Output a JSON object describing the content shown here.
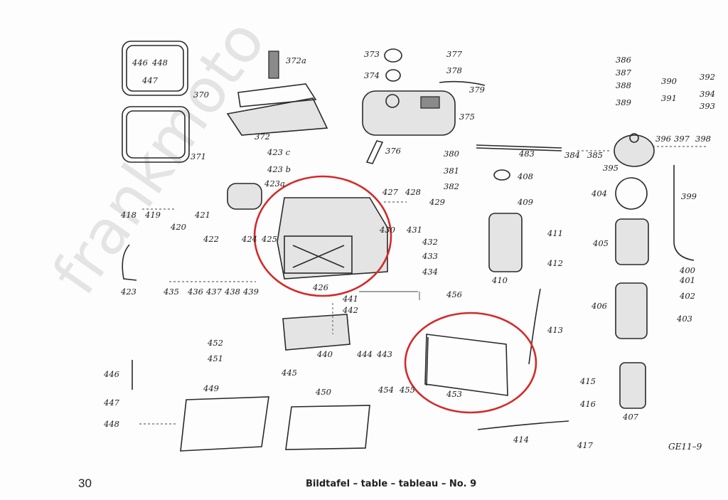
{
  "page": {
    "page_number": "30",
    "caption": "Bildtafel – table – tableau – No. 9",
    "plate_code": "GE11–9",
    "watermark": "frankmoto"
  },
  "highlight_color": "#d42a2a",
  "part_labels": [
    "446",
    "448",
    "447",
    "370",
    "371",
    "372a",
    "372",
    "373",
    "374",
    "377",
    "378",
    "379",
    "375",
    "376",
    "386",
    "387",
    "388",
    "389",
    "390",
    "391",
    "392",
    "394",
    "393",
    "423 c",
    "423 b",
    "423a",
    "380",
    "381",
    "382",
    "483",
    "384",
    "385",
    "396",
    "397",
    "398",
    "395",
    "408",
    "409",
    "427",
    "428",
    "429",
    "430",
    "431",
    "418",
    "419",
    "420",
    "421",
    "422",
    "424",
    "425",
    "404",
    "399",
    "411",
    "412",
    "410",
    "405",
    "432",
    "433",
    "434",
    "400",
    "401",
    "402",
    "403",
    "423",
    "435",
    "436",
    "437",
    "438",
    "439",
    "426",
    "456",
    "441",
    "442",
    "406",
    "413",
    "452",
    "451",
    "440",
    "444",
    "443",
    "445",
    "446",
    "447",
    "448",
    "449",
    "450",
    "454",
    "455",
    "453",
    "415",
    "416",
    "407",
    "414",
    "417"
  ]
}
